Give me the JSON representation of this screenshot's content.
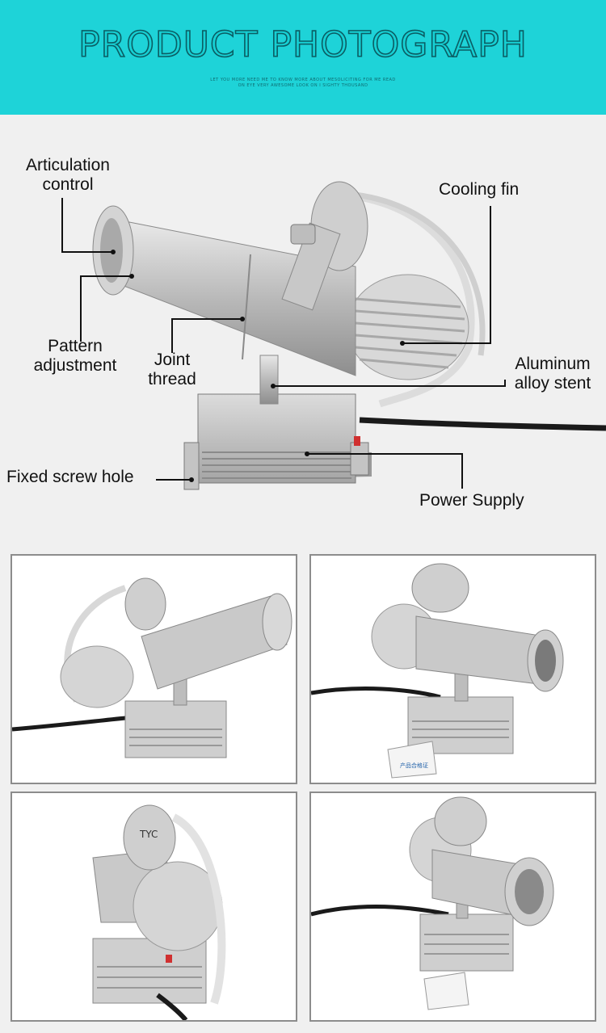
{
  "banner": {
    "title": "PRODUCT PHOTOGRAPH",
    "subtitle_line1": "LET YOU MORE NEED ME TO KNOW MORE ABOUT MESOLICITING FOR ME READ",
    "subtitle_line2": "ON EYE VERY AWESOME LOOK ON I SIGHTY THOUSAND",
    "color": "#1ed3d8"
  },
  "callouts": {
    "articulation_line1": "Articulation",
    "articulation_line2": "control",
    "pattern_line1": "Pattern",
    "pattern_line2": "adjustment",
    "joint_line1": "Joint",
    "joint_line2": "thread",
    "cooling_fin": "Cooling fin",
    "aluminum_line1": "Aluminum",
    "aluminum_line2": "alloy stent",
    "fixed_screw_hole": "Fixed screw hole",
    "power_supply": "Power Supply"
  },
  "gallery": {
    "tiles": [
      {
        "view": "front-left"
      },
      {
        "view": "front-right"
      },
      {
        "view": "rear"
      },
      {
        "view": "lens-front"
      }
    ],
    "label_text": "TYC",
    "tag_text": "产品合格证"
  }
}
